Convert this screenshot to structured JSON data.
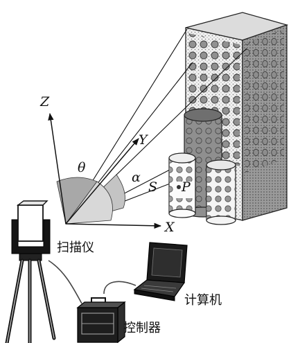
{
  "diagram": {
    "axes": {
      "x": "X",
      "y": "Y",
      "z": "Z"
    },
    "angles": {
      "theta": "θ",
      "alpha": "α"
    },
    "range": "S",
    "point": "P",
    "devices": {
      "scanner": "扫描仪",
      "controller": "控制器",
      "computer": "计算机"
    }
  }
}
